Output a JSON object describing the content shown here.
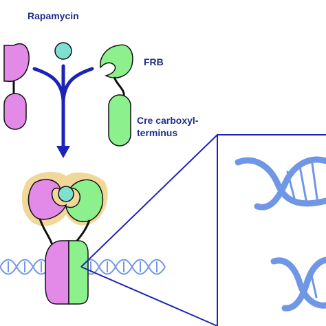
{
  "labels": {
    "rapamycin": "Rapamycin",
    "frb": "FRB",
    "cre_line1": "Cre carboxyl-",
    "cre_line2": "terminus"
  },
  "colors": {
    "fkbp_magenta": "#e389e8",
    "frb_green": "#8cf08c",
    "rapamycin_teal": "#7fe0cf",
    "arrow_blue": "#1c24b8",
    "label_navy": "#1f2d8c",
    "dna_blue": "#6f97e6",
    "complex_halo": "#f2d79a",
    "outline": "#111111"
  },
  "icons": {
    "fkbp_domain": "crescent-shape",
    "frb_domain": "crescent-shape",
    "cre_fragment": "pill-shape",
    "rapamycin": "circle",
    "dna": "double-helix"
  }
}
